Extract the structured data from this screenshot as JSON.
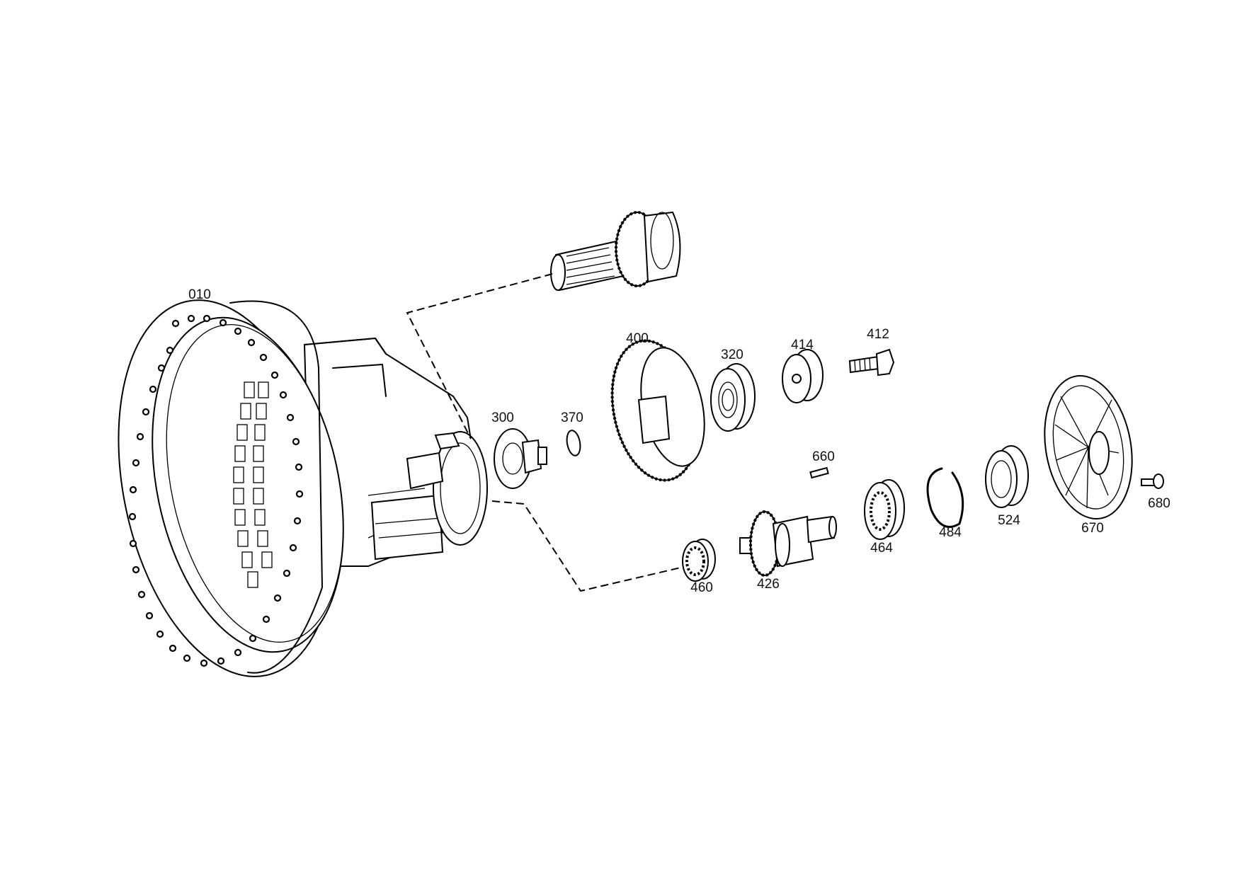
{
  "labels": {
    "p010": "010",
    "p300": "300",
    "p320": "320",
    "p370": "370",
    "p400": "400",
    "p412": "412",
    "p414": "414",
    "p426": "426",
    "p460": "460",
    "p464": "464",
    "p484": "484",
    "p524": "524",
    "p660": "660",
    "p670": "670",
    "p680": "680"
  },
  "colors": {
    "line": "#000000",
    "background": "#ffffff"
  }
}
